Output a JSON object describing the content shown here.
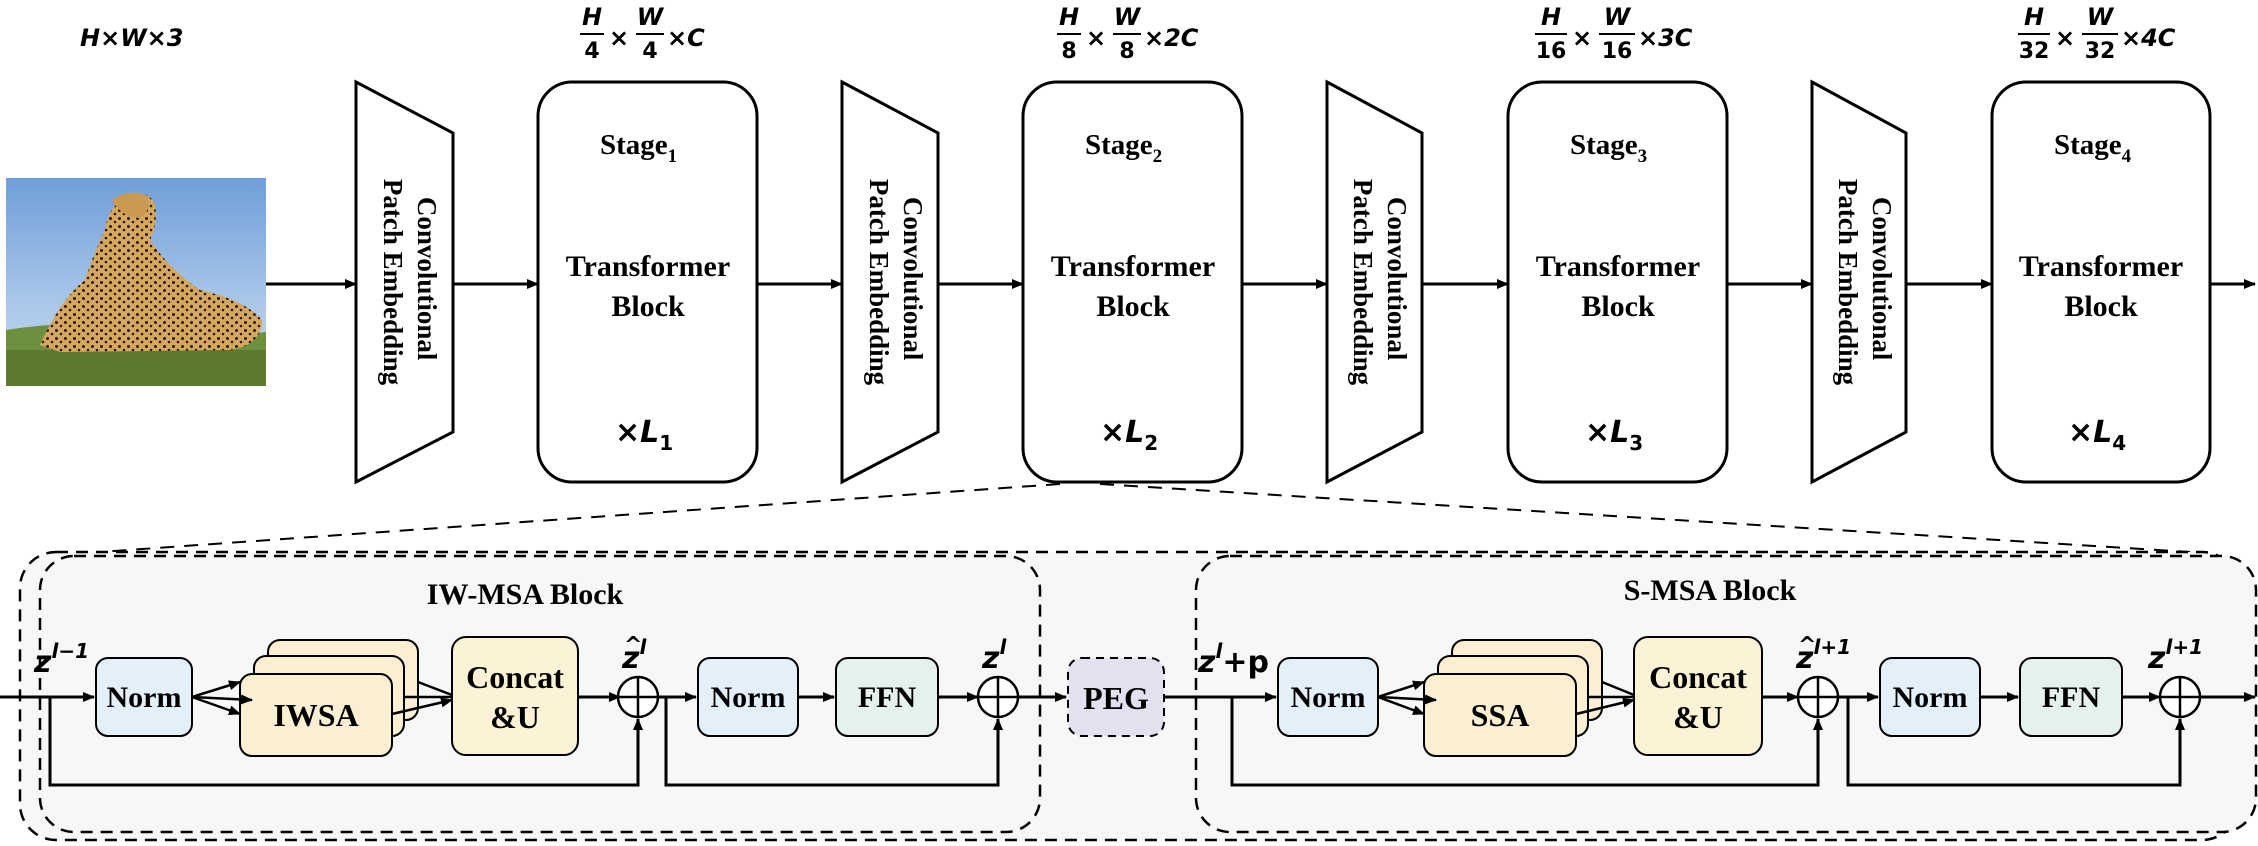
{
  "input_dims": "H×W×3",
  "embedding_label": [
    "Convolutional",
    "Patch Embedding"
  ],
  "stages": [
    {
      "dim_h": "H",
      "dim_h_den": "4",
      "dim_w": "W",
      "dim_w_den": "4",
      "dim_c": "×C",
      "stage_name": "Stage",
      "stage_sub": "1",
      "block_line1": "Transformer",
      "block_line2": "Block",
      "repeat": "×",
      "repeat_var": "L",
      "repeat_sub": "1"
    },
    {
      "dim_h": "H",
      "dim_h_den": "8",
      "dim_w": "W",
      "dim_w_den": "8",
      "dim_c": "×2C",
      "stage_name": "Stage",
      "stage_sub": "2",
      "block_line1": "Transformer",
      "block_line2": "Block",
      "repeat": "×",
      "repeat_var": "L",
      "repeat_sub": "2"
    },
    {
      "dim_h": "H",
      "dim_h_den": "16",
      "dim_w": "W",
      "dim_w_den": "16",
      "dim_c": "×3C",
      "stage_name": "Stage",
      "stage_sub": "3",
      "block_line1": "Transformer",
      "block_line2": "Block",
      "repeat": "×",
      "repeat_var": "L",
      "repeat_sub": "3"
    },
    {
      "dim_h": "H",
      "dim_h_den": "32",
      "dim_w": "W",
      "dim_w_den": "32",
      "dim_c": "×4C",
      "stage_name": "Stage",
      "stage_sub": "4",
      "block_line1": "Transformer",
      "block_line2": "Block",
      "repeat": "×",
      "repeat_var": "L",
      "repeat_sub": "4"
    }
  ],
  "iw_msa": {
    "title": "IW-MSA Block",
    "input_var": "z",
    "input_sup": "l−1",
    "norm1": "Norm",
    "attn": "IWSA",
    "concat1": "Concat",
    "concat2": "&U",
    "mid_var": "z",
    "mid_sup": "l",
    "norm2": "Norm",
    "ffn": "FFN",
    "out_var": "z",
    "out_sup": "l"
  },
  "peg": "PEG",
  "s_msa": {
    "title": "S-MSA Block",
    "input_var": "z",
    "input_sup": "l",
    "input_tail": "+p",
    "norm1": "Norm",
    "attn": "SSA",
    "concat1": "Concat",
    "concat2": "&U",
    "mid_var": "z",
    "mid_sup": "l+1",
    "norm2": "Norm",
    "ffn": "FFN",
    "out_var": "z",
    "out_sup": "l+1"
  },
  "colors": {
    "norm_fill": "#e4f0f9",
    "attn_fill": "#fbefd3",
    "concat_fill": "#fcf2d6",
    "ffn_fill": "#e5f1ec",
    "peg_fill": "#e3e0f0",
    "region_fill": "#f7f7f7",
    "stroke": "#000000"
  },
  "image": "cheetah-photo"
}
